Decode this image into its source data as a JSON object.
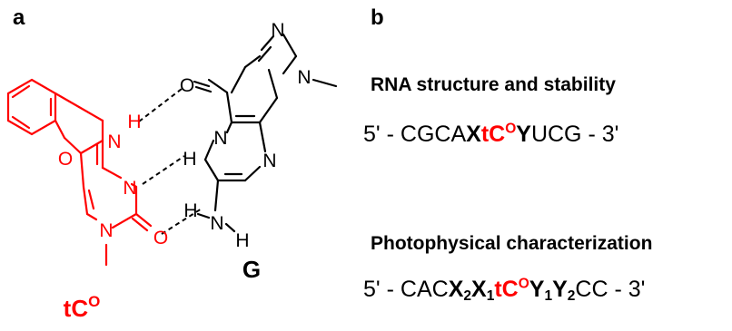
{
  "panels": {
    "a": {
      "label": "a"
    },
    "b": {
      "label": "b"
    }
  },
  "structure": {
    "tco": {
      "name_main": "tC",
      "name_sup": "O",
      "color": "#ff0000",
      "atoms": {
        "nh": "N",
        "nh_h": "H",
        "o_ring": "O",
        "n_imine": "N",
        "n_methyl": "N",
        "o_carbonyl": "O"
      }
    },
    "guanine": {
      "name": "G",
      "atoms": {
        "n_top": "N",
        "n_right": "N",
        "o_carbonyl": "O",
        "n1": "N",
        "n1_h": "H",
        "n3": "N",
        "nh2_n": "N",
        "nh2_h_left": "H",
        "nh2_h_right": "H"
      }
    }
  },
  "sections": {
    "rna": {
      "heading": "RNA structure and stability",
      "seq": {
        "prefix": "5' - CGCA",
        "x": "X",
        "mod": "tC",
        "mod_sup": "O",
        "y": "Y",
        "suffix": "UCG - 3'"
      }
    },
    "photo": {
      "heading": "Photophysical characterization",
      "seq": {
        "prefix": "5' - CAC",
        "x2": "X",
        "x2_sub": "2",
        "x1": "X",
        "x1_sub": "1",
        "mod": "tC",
        "mod_sup": "O",
        "y1": "Y",
        "y1_sub": "1",
        "y2": "Y",
        "y2_sub": "2",
        "suffix": "CC - 3'"
      }
    }
  },
  "colors": {
    "modified_base": "#ff0000",
    "default": "#000000"
  }
}
